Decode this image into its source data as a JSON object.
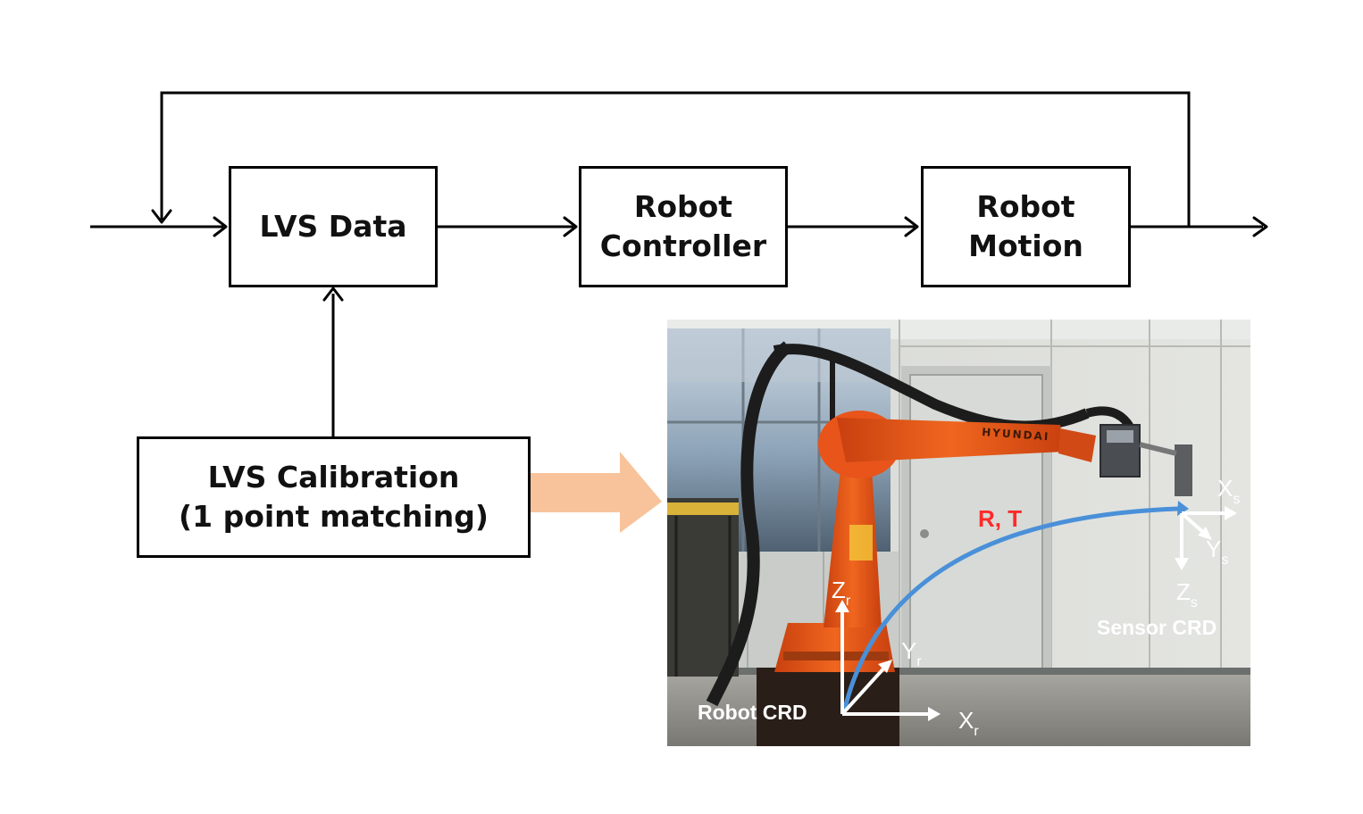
{
  "diagram": {
    "blocks": {
      "lvs_data": {
        "label": "LVS Data"
      },
      "robot_controller": {
        "line1": "Robot",
        "line2": "Controller"
      },
      "robot_motion": {
        "line1": "Robot",
        "line2": "Motion"
      },
      "lvs_calibration": {
        "line1": "LVS Calibration",
        "line2": "(1 point matching)"
      }
    },
    "photo": {
      "robot_brand": "HYUNDAI",
      "transform_label": "R, T",
      "robot_frame": {
        "name": "Robot CRD",
        "x_axis": {
          "letter": "X",
          "sub": "r"
        },
        "y_axis": {
          "letter": "Y",
          "sub": "r"
        },
        "z_axis": {
          "letter": "Z",
          "sub": "r"
        }
      },
      "sensor_frame": {
        "name": "Sensor CRD",
        "x_axis": {
          "letter": "X",
          "sub": "s"
        },
        "y_axis": {
          "letter": "Y",
          "sub": "s"
        },
        "z_axis": {
          "letter": "Z",
          "sub": "s"
        }
      }
    },
    "colors": {
      "line": "#000000",
      "block_arrow": "#f8c39a",
      "robot_orange": "#e8541a",
      "trajectory_arc": "#4a90d9",
      "transform_label": "#ff2a2a",
      "frame_axes": "#ffffff"
    }
  }
}
